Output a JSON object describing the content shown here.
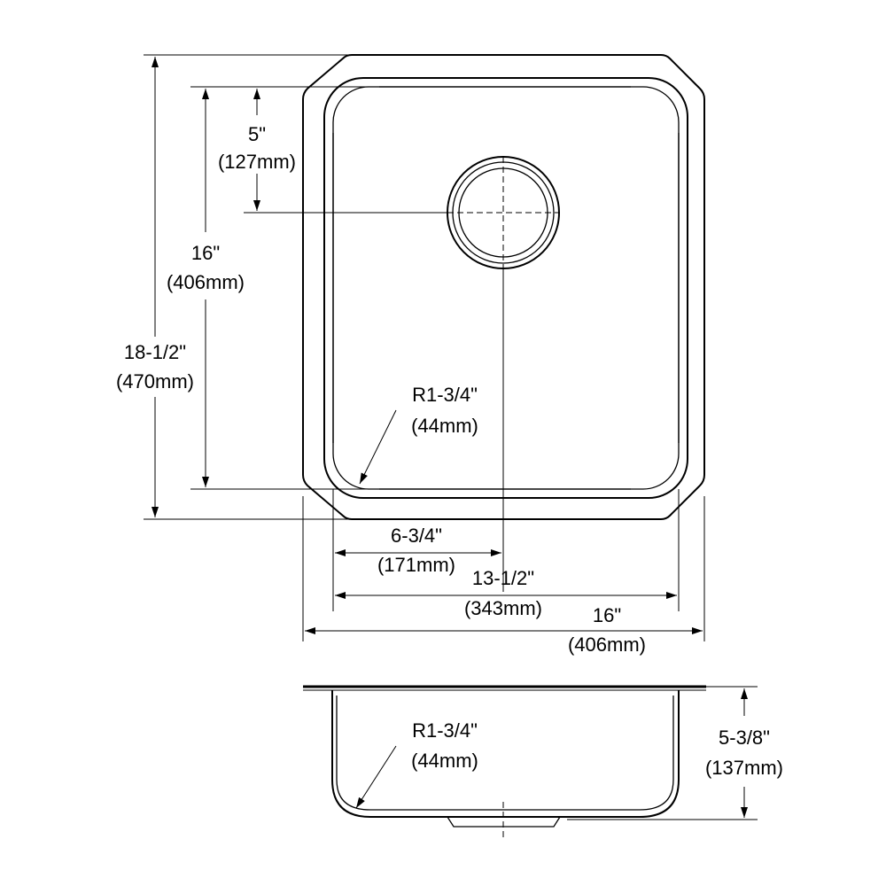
{
  "top_view": {
    "drain_offset_top": {
      "imperial": "5\"",
      "metric": "(127mm)"
    },
    "inner_length": {
      "imperial": "16\"",
      "metric": "(406mm)"
    },
    "overall_length": {
      "imperial": "18-1/2\"",
      "metric": "(470mm)"
    },
    "corner_radius": {
      "imperial": "R1-3/4\"",
      "metric": "(44mm)"
    },
    "drain_offset_side": {
      "imperial": "6-3/4\"",
      "metric": "(171mm)"
    },
    "inner_width": {
      "imperial": "13-1/2\"",
      "metric": "(343mm)"
    },
    "overall_width": {
      "imperial": "16\"",
      "metric": "(406mm)"
    }
  },
  "side_view": {
    "corner_radius": {
      "imperial": "R1-3/4\"",
      "metric": "(44mm)"
    },
    "depth": {
      "imperial": "5-3/8\"",
      "metric": "(137mm)"
    }
  }
}
